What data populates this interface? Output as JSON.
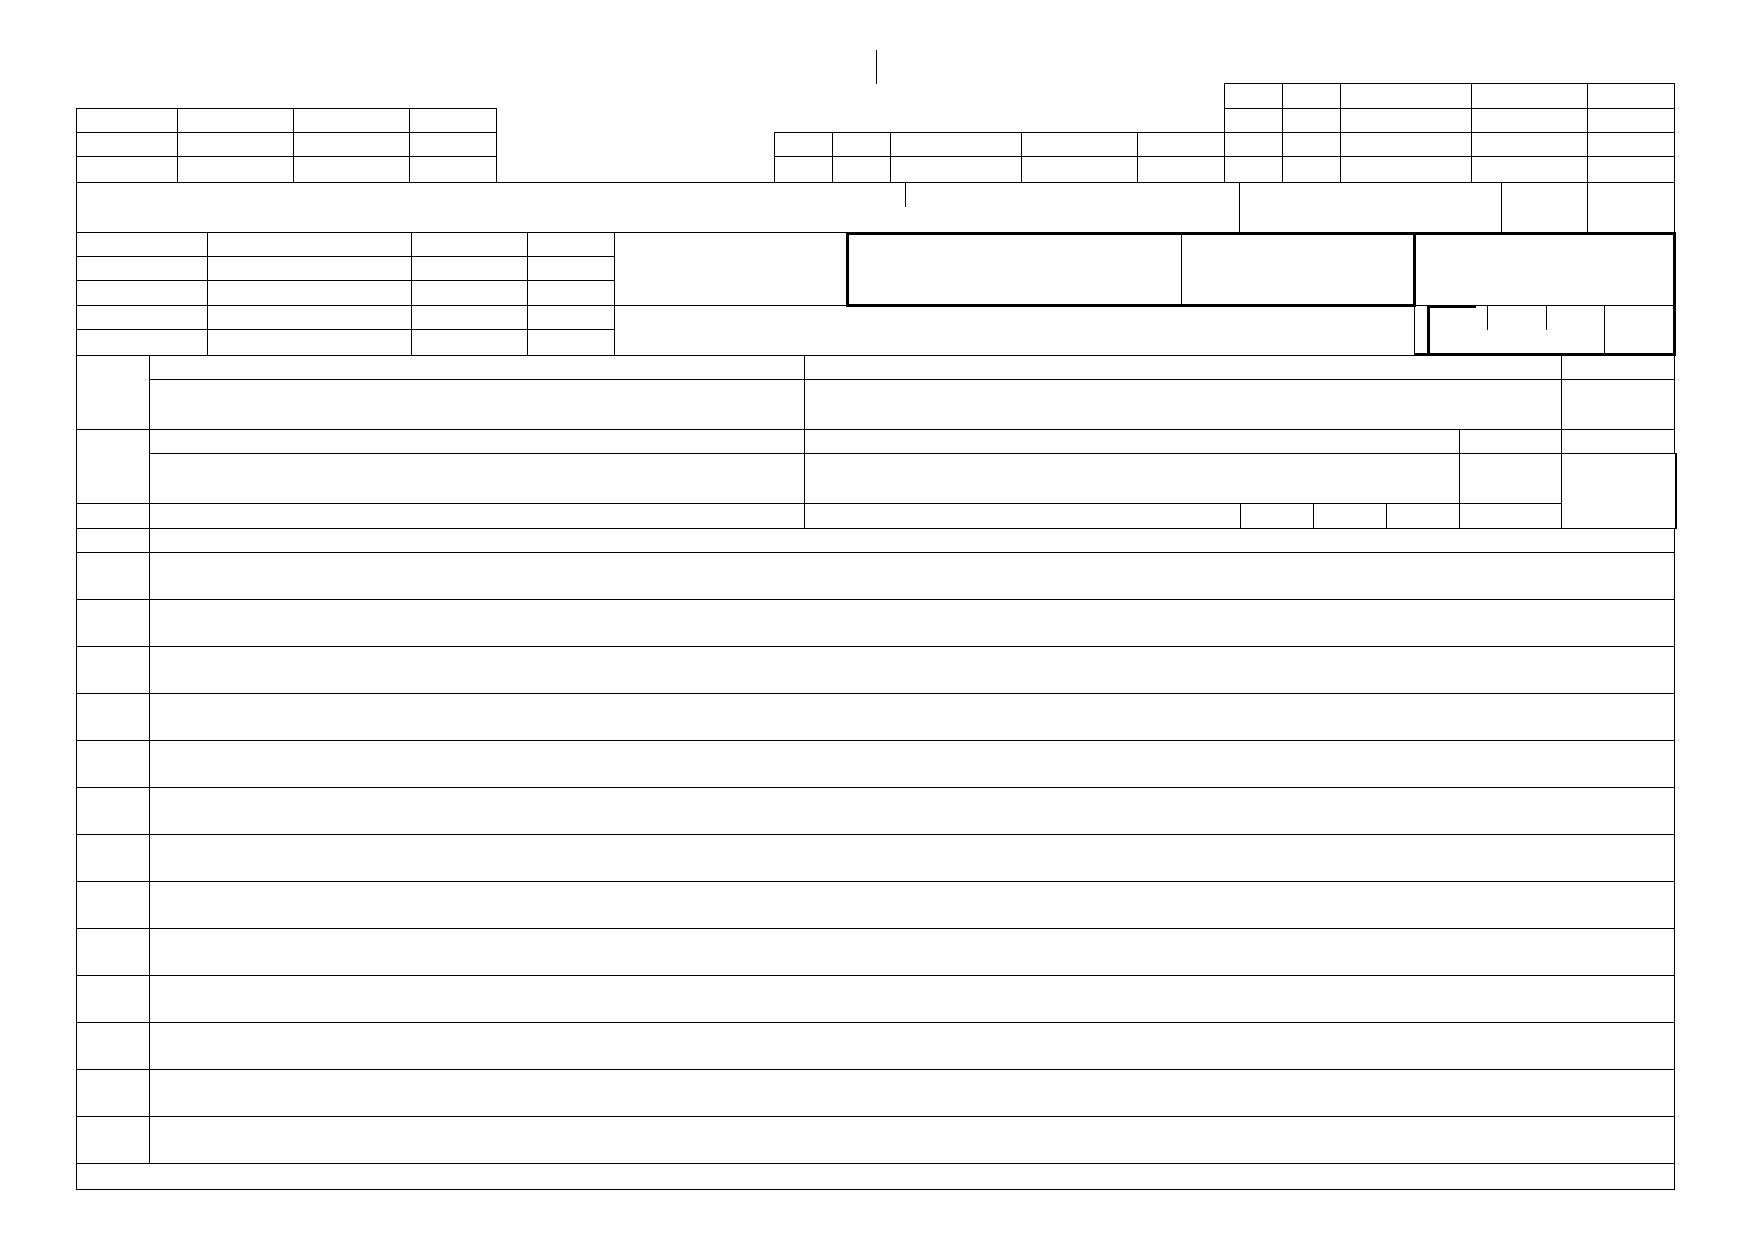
{
  "document": {
    "title": "",
    "note": ""
  },
  "form": {
    "header_left": {
      "rows": 3,
      "cols": 4,
      "values": []
    },
    "header_right": {
      "rows": 4,
      "cols": 5,
      "values": []
    },
    "header_mid": {
      "rows": 2,
      "cols": 5,
      "values": []
    },
    "info_block": {
      "rows": 5,
      "cols": 4,
      "values": []
    },
    "highlight_box": {
      "cells": 3,
      "values": []
    },
    "detail_section": {
      "values": []
    },
    "entry_rows": {
      "count": 13,
      "values": []
    }
  }
}
